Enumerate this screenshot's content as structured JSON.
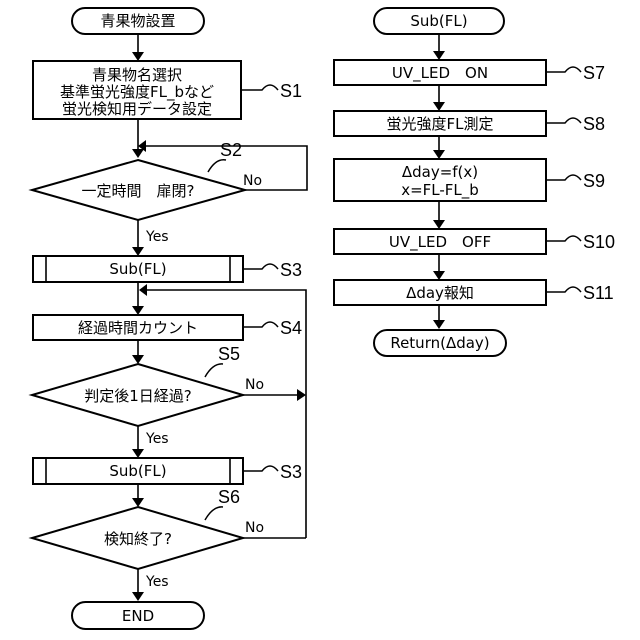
{
  "left": {
    "start": "青果物設置",
    "s1_line1": "青果物名選択",
    "s1_line2": "基準蛍光強度FL_bなど",
    "s1_line3": "蛍光検知用データ設定",
    "s1_label": "S1",
    "s2_text": "一定時間　扉閉?",
    "s2_label": "S2",
    "s2_no": "No",
    "s2_yes": "Yes",
    "s3a_text": "Sub(FL)",
    "s3a_label": "S3",
    "s4_text": "経過時間カウント",
    "s4_label": "S4",
    "s5_text": "判定後1日経過?",
    "s5_label": "S5",
    "s5_no": "No",
    "s5_yes": "Yes",
    "s3b_text": "Sub(FL)",
    "s3b_label": "S3",
    "s6_text": "検知終了?",
    "s6_label": "S6",
    "s6_no": "No",
    "s6_yes": "Yes",
    "end": "END"
  },
  "right": {
    "start": "Sub(FL)",
    "s7_text": "UV_LED　ON",
    "s7_label": "S7",
    "s8_text": "蛍光強度FL測定",
    "s8_label": "S8",
    "s9_line1": "Δday=f(x)",
    "s9_line2": "x=FL-FL_b",
    "s9_label": "S9",
    "s10_text": "UV_LED　OFF",
    "s10_label": "S10",
    "s11_text": "Δday報知",
    "s11_label": "S11",
    "return": "Return(Δday)"
  }
}
